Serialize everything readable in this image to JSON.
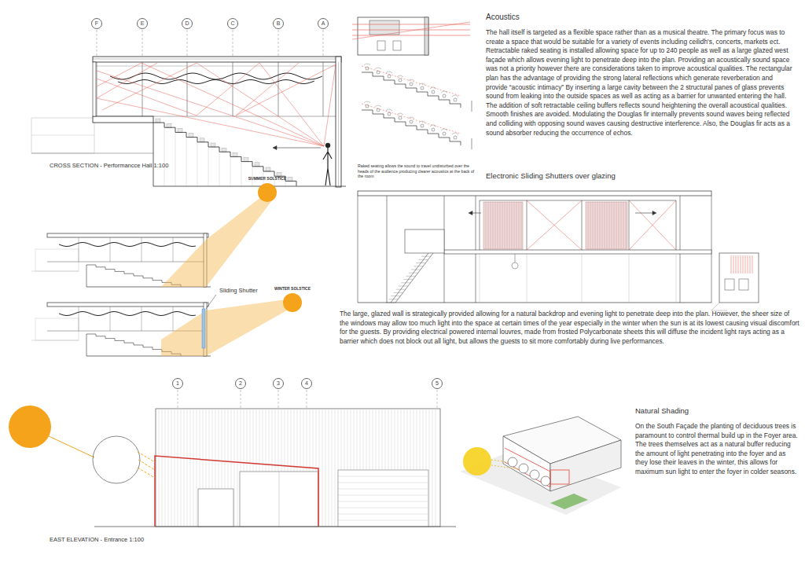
{
  "diagram": {
    "nodes": [
      {
        "text": [
          "F"
        ]
      },
      {
        "text": [
          "E"
        ]
      },
      {
        "text": [
          "D"
        ]
      },
      {
        "text": [
          "C"
        ]
      },
      {
        "text": [
          "B"
        ]
      },
      {
        "text": [
          "A"
        ]
      },
      {
        "text": [
          "SUMMER SOLSTICE"
        ]
      },
      {
        "text": [
          "WINTER SOLSTICE"
        ]
      },
      {
        "text": [
          "1"
        ]
      },
      {
        "text": [
          "2"
        ]
      },
      {
        "text": [
          "3"
        ]
      },
      {
        "text": [
          "4"
        ]
      },
      {
        "text": [
          "5"
        ]
      }
    ],
    "labels": [
      "Acoustics",
      "The hall itself is targeted as a flexible space rather than as a musical theatre. The primary focus was to create a space that would be suitable for a variety of events including ceilidh's, concerts, markets ect. Retractable raked seating is installed allowing space for up to 240 people as well as a large glazed west façade which allows evening light to penetrate deep into the plan. Providing an acoustically sound space was not a priority however there are considerations taken to improve acoustical qualities. The rectangular plan has the advantage of providing the strong lateral reflections which generate reverberation and provide “acoustic intimacy” By inserting a large cavity between the 2 structural panes of glass prevents sound from leaking into the outside spaces as well as acting as a barrier for unwanted entering the hall. The addition of soft retractable ceiling buffers reflects sound heightening the overall acoustical qualities. Smooth finishes are avoided. Modulating the Douglas fir internally prevents sound waves being reflected and colliding with opposing sound waves causing destructive interference. Also, the Douglas fir acts as a sound absorber reducing the occurrence of echos.",
      "Raked seating allows the sound to travel undisturbed over the heads of the audience producing clearer acoustics at the back of the room",
      "CROSS SECTION - Performancce Hall 1:100",
      "Electronic Sliding Shutters over glazing",
      "Sliding Shutter",
      "The large, glazed wall is strategically provided allowing for a natural backdrop and evening light to penetrate deep into the plan. However, the sheer size of the windows may allow too much light into the space at certain times of the year especially in the winter when the sun is at its lowest causing visual discomfort for the guests. By providing electrical powered internal louvres, made from frosted Polycarbonate sheets this will diffuse the incident light rays acting as a barrier which does not block out all light, but allows the guests to sit more comfortably during live performances.",
      "EAST ELEVATION - Entrance 1:100",
      "Natural Shading",
      "On the South Façade the planting of deciduous trees is paramount to control thermal build up in the Foyer area. The trees themselves act as a natural buffer reducing the amount of light penetrating into the foyer and as they lose their leaves in the winter, this allows for maximum sun light to enter the foyer in colder seasons."
    ]
  }
}
